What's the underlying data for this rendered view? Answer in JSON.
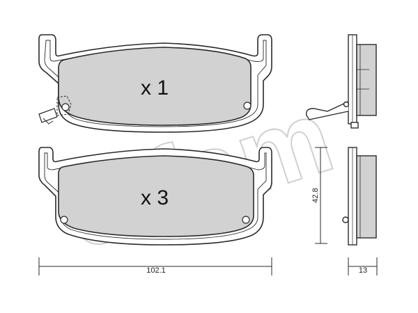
{
  "labels": {
    "top_pad_quantity": "x 1",
    "bottom_pad_quantity": "x 3",
    "width_dimension": "102.1",
    "height_dimension": "42.8",
    "thickness_dimension": "13"
  },
  "watermark": {
    "text": "cifam"
  },
  "colors": {
    "friction_fill": "#d2d2d2",
    "backing_fill": "#ffffff",
    "outline": "#2a2a2a",
    "watermark": "#cfcfcf"
  }
}
